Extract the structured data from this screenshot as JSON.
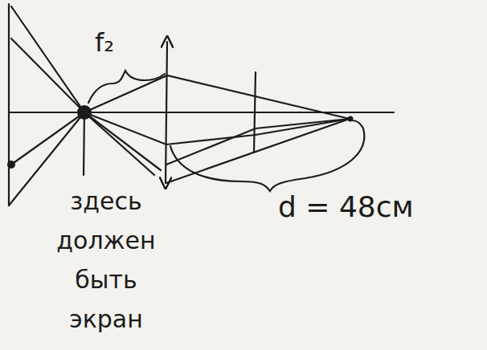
{
  "diagram": {
    "labels": [
      "f₂",
      "здесь должен быть экран",
      "d = 48см"
    ]
  }
}
